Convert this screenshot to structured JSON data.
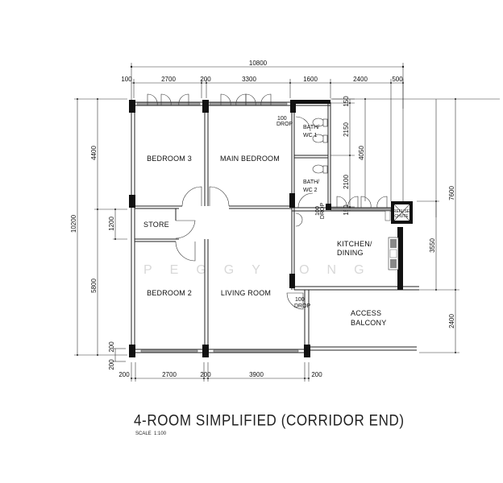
{
  "drawing": {
    "title": "4-ROOM SIMPLIFIED (CORRIDOR END)",
    "scale_label": "SCALE",
    "scale_value": "1:100",
    "watermark": "PEGGY ONG"
  },
  "rooms": {
    "bedroom3": "BEDROOM 3",
    "main_bedroom": "MAIN BEDROOM",
    "bath1_line1": "BATH/",
    "bath1_line2": "WC 1",
    "bath2_line1": "BATH/",
    "bath2_line2": "WC 2",
    "store": "STORE",
    "bedroom2": "BEDROOM 2",
    "living_room": "LIVING ROOM",
    "kitchen_line1": "KITCHEN/",
    "kitchen_line2": "DINING",
    "balcony_line1": "ACCESS",
    "balcony_line2": "BALCONY",
    "refuse_line1": "REFUSE",
    "refuse_line2": "CHUTE"
  },
  "drops": {
    "d1_line1": "100",
    "d1_line2": "DROP",
    "d2_line1": "100",
    "d2_line2": "DROP",
    "d3_line1": "100",
    "d3_line2": "DROP"
  },
  "dimensions": {
    "top_overall": "10800",
    "top": [
      "100",
      "2700",
      "200",
      "3300",
      "1600",
      "2400",
      "500"
    ],
    "bottom": [
      "200",
      "2700",
      "200",
      "3900",
      "200"
    ],
    "left_overall": "10200",
    "left": [
      "4400",
      "1200",
      "5800",
      "200",
      "200"
    ],
    "right_inner": [
      "150",
      "2150",
      "2100",
      "150"
    ],
    "right_4050": "4050",
    "right_3550": "3550",
    "right_7600": "7600",
    "right_2400": "2400"
  }
}
